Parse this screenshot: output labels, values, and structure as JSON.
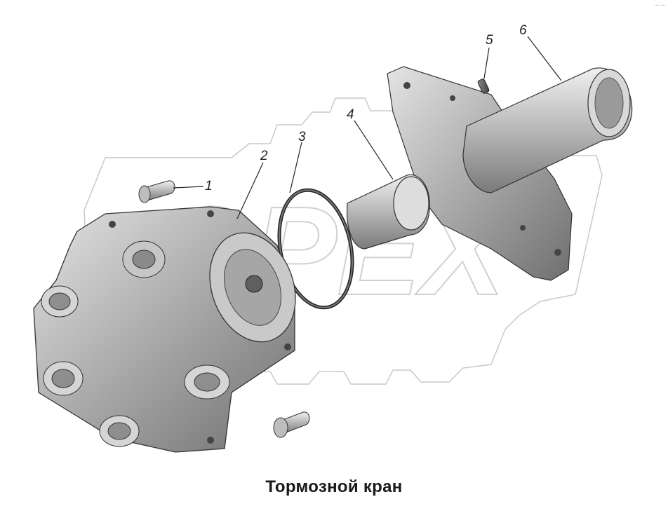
{
  "diagram": {
    "caption": "Тормозной кран",
    "corner_mark": "-- --",
    "watermark": "OPEX",
    "parts": [
      {
        "number": "1",
        "icon": "bolt-icon"
      },
      {
        "number": "2",
        "icon": "valve-body-icon"
      },
      {
        "number": "3",
        "icon": "o-ring-icon"
      },
      {
        "number": "4",
        "icon": "bushing-icon"
      },
      {
        "number": "5",
        "icon": "pin-icon"
      },
      {
        "number": "6",
        "icon": "flanged-tube-icon"
      }
    ]
  }
}
